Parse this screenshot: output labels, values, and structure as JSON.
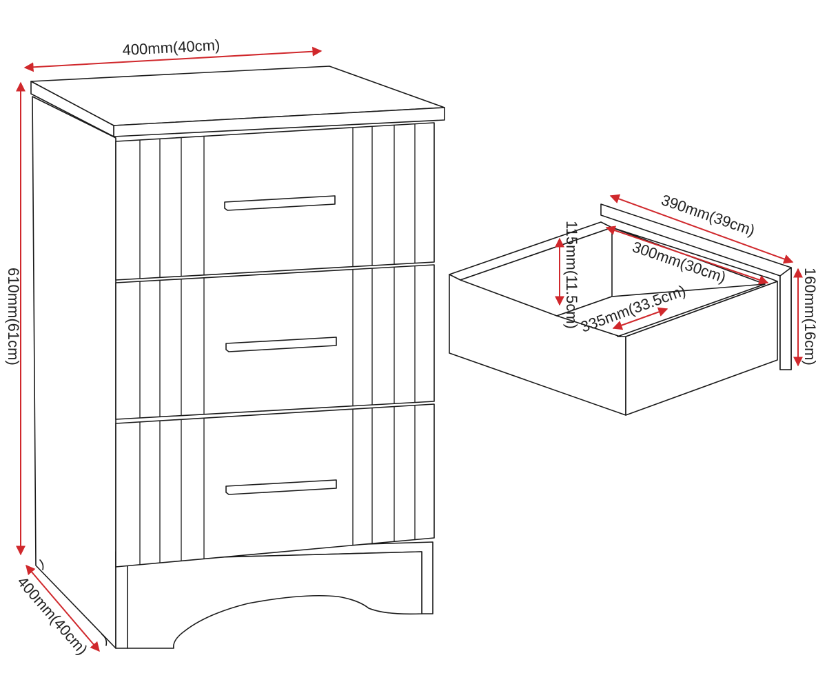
{
  "colors": {
    "line": "#1a1a1a",
    "dimension_arrow": "#d0282c",
    "text": "#222222",
    "background": "#ffffff"
  },
  "dimensions": {
    "cabinet_width": "400mm(40cm)",
    "cabinet_height": "610mm(61cm)",
    "cabinet_depth": "400mm(40cm)",
    "drawer_outer_depth": "390mm(39cm)",
    "drawer_inner_depth": "300mm(30cm)",
    "drawer_inner_width": "335mm(33.5cm)",
    "drawer_inner_height": "115mm(11.5cm)",
    "drawer_outer_height": "160mm(16cm)"
  }
}
